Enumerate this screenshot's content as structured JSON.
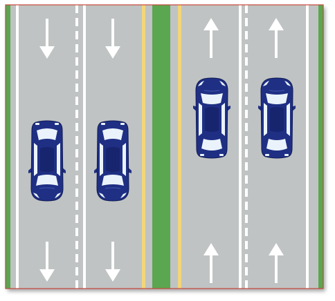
{
  "diagram": {
    "colors": {
      "road": "#bfc3c3",
      "median": "#5ba650",
      "edge_line": "#ffffff",
      "lane_divider": "#ffffff",
      "center_line": "#f3d67a",
      "arrow": "#ffffff",
      "car_body": "#1f2f84",
      "car_glass": "#eaf3fb",
      "frame_border": "#c9463b"
    },
    "left_roadway": {
      "direction": "southbound",
      "arrows": [
        "arrow-down",
        "arrow-down",
        "arrow-down",
        "arrow-down"
      ],
      "cars": [
        {
          "lane": 1,
          "heading": "down"
        },
        {
          "lane": 2,
          "heading": "down"
        }
      ]
    },
    "right_roadway": {
      "direction": "northbound",
      "arrows": [
        "arrow-up",
        "arrow-up",
        "arrow-up",
        "arrow-up"
      ],
      "cars": [
        {
          "lane": 1,
          "heading": "up"
        },
        {
          "lane": 2,
          "heading": "up"
        }
      ]
    }
  }
}
